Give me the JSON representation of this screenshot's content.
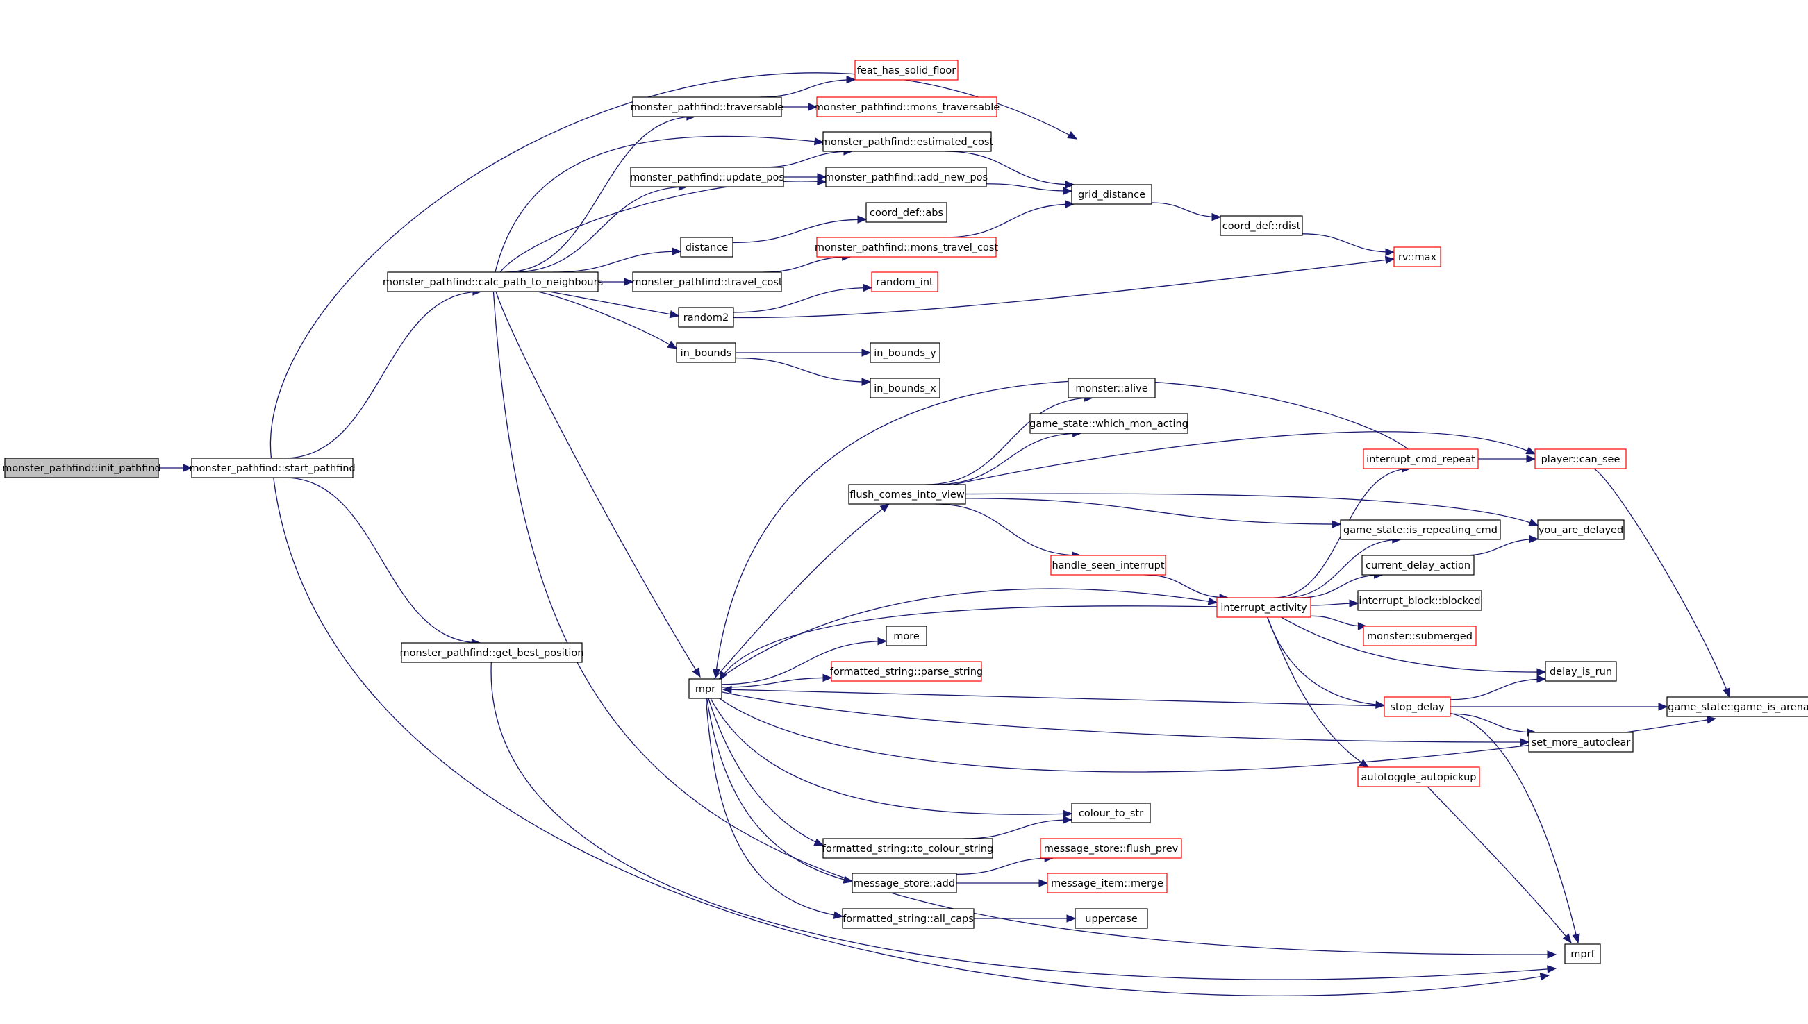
{
  "graph": {
    "nodes": {
      "init_pathfind": {
        "label": "monster_pathfind::init_pathfind",
        "kind": "root"
      },
      "start_pathfind": {
        "label": "monster_pathfind::start_pathfind",
        "kind": "normal"
      },
      "calc_path": {
        "label": "monster_pathfind::calc_path_to_neighbours",
        "kind": "normal"
      },
      "get_best_position": {
        "label": "monster_pathfind::get_best_position",
        "kind": "normal"
      },
      "traversable": {
        "label": "monster_pathfind::traversable",
        "kind": "normal"
      },
      "feat_has_solid_floor": {
        "label": "feat_has_solid_floor",
        "kind": "external"
      },
      "mons_traversable": {
        "label": "monster_pathfind::mons_traversable",
        "kind": "external"
      },
      "estimated_cost": {
        "label": "monster_pathfind::estimated_cost",
        "kind": "normal"
      },
      "update_pos": {
        "label": "monster_pathfind::update_pos",
        "kind": "normal"
      },
      "add_new_pos": {
        "label": "monster_pathfind::add_new_pos",
        "kind": "normal"
      },
      "coord_abs": {
        "label": "coord_def::abs",
        "kind": "normal"
      },
      "distance": {
        "label": "distance",
        "kind": "normal"
      },
      "mons_travel_cost": {
        "label": "monster_pathfind::mons_travel_cost",
        "kind": "external"
      },
      "travel_cost": {
        "label": "monster_pathfind::travel_cost",
        "kind": "normal"
      },
      "random_int": {
        "label": "random_int",
        "kind": "external"
      },
      "random2": {
        "label": "random2",
        "kind": "normal"
      },
      "grid_distance": {
        "label": "grid_distance",
        "kind": "normal"
      },
      "coord_rdist": {
        "label": "coord_def::rdist",
        "kind": "normal"
      },
      "rv_max": {
        "label": "rv::max",
        "kind": "external"
      },
      "in_bounds": {
        "label": "in_bounds",
        "kind": "normal"
      },
      "in_bounds_y": {
        "label": "in_bounds_y",
        "kind": "normal"
      },
      "in_bounds_x": {
        "label": "in_bounds_x",
        "kind": "normal"
      },
      "monster_alive": {
        "label": "monster::alive",
        "kind": "normal"
      },
      "which_mon_acting": {
        "label": "game_state::which_mon_acting",
        "kind": "normal"
      },
      "flush_comes_into_view": {
        "label": "flush_comes_into_view",
        "kind": "normal"
      },
      "interrupt_cmd_repeat": {
        "label": "interrupt_cmd_repeat",
        "kind": "external"
      },
      "player_can_see": {
        "label": "player::can_see",
        "kind": "external"
      },
      "is_repeating_cmd": {
        "label": "game_state::is_repeating_cmd",
        "kind": "normal"
      },
      "you_are_delayed": {
        "label": "you_are_delayed",
        "kind": "normal"
      },
      "handle_seen_interrupt": {
        "label": "handle_seen_interrupt",
        "kind": "external"
      },
      "current_delay_action": {
        "label": "current_delay_action",
        "kind": "normal"
      },
      "interrupt_activity": {
        "label": "interrupt_activity",
        "kind": "external"
      },
      "interrupt_block_blocked": {
        "label": "interrupt_block::blocked",
        "kind": "normal"
      },
      "monster_submerged": {
        "label": "monster::submerged",
        "kind": "external"
      },
      "more": {
        "label": "more",
        "kind": "normal"
      },
      "parse_string": {
        "label": "formatted_string::parse_string",
        "kind": "external"
      },
      "delay_is_run": {
        "label": "delay_is_run",
        "kind": "normal"
      },
      "mpr": {
        "label": "mpr",
        "kind": "normal"
      },
      "stop_delay": {
        "label": "stop_delay",
        "kind": "external"
      },
      "game_is_arena": {
        "label": "game_state::game_is_arena",
        "kind": "normal"
      },
      "set_more_autoclear": {
        "label": "set_more_autoclear",
        "kind": "normal"
      },
      "autotoggle_autopickup": {
        "label": "autotoggle_autopickup",
        "kind": "external"
      },
      "colour_to_str": {
        "label": "colour_to_str",
        "kind": "normal"
      },
      "to_colour_string": {
        "label": "formatted_string::to_colour_string",
        "kind": "normal"
      },
      "flush_prev": {
        "label": "message_store::flush_prev",
        "kind": "external"
      },
      "message_store_add": {
        "label": "message_store::add",
        "kind": "normal"
      },
      "message_item_merge": {
        "label": "message_item::merge",
        "kind": "external"
      },
      "all_caps": {
        "label": "formatted_string::all_caps",
        "kind": "normal"
      },
      "uppercase": {
        "label": "uppercase",
        "kind": "normal"
      },
      "mprf": {
        "label": "mprf",
        "kind": "normal"
      }
    },
    "edges": [
      [
        "init_pathfind",
        "start_pathfind"
      ],
      [
        "start_pathfind",
        "calc_path"
      ],
      [
        "start_pathfind",
        "get_best_position"
      ],
      [
        "start_pathfind",
        "grid_distance"
      ],
      [
        "start_pathfind",
        "mprf"
      ],
      [
        "calc_path",
        "traversable"
      ],
      [
        "calc_path",
        "estimated_cost"
      ],
      [
        "calc_path",
        "update_pos"
      ],
      [
        "calc_path",
        "add_new_pos"
      ],
      [
        "calc_path",
        "distance"
      ],
      [
        "calc_path",
        "travel_cost"
      ],
      [
        "calc_path",
        "random2"
      ],
      [
        "calc_path",
        "in_bounds"
      ],
      [
        "calc_path",
        "mpr"
      ],
      [
        "calc_path",
        "mprf"
      ],
      [
        "get_best_position",
        "mprf"
      ],
      [
        "traversable",
        "feat_has_solid_floor"
      ],
      [
        "traversable",
        "mons_traversable"
      ],
      [
        "estimated_cost",
        "grid_distance"
      ],
      [
        "update_pos",
        "estimated_cost"
      ],
      [
        "update_pos",
        "add_new_pos"
      ],
      [
        "add_new_pos",
        "grid_distance"
      ],
      [
        "distance",
        "coord_abs"
      ],
      [
        "travel_cost",
        "mons_travel_cost"
      ],
      [
        "mons_travel_cost",
        "grid_distance"
      ],
      [
        "random2",
        "random_int"
      ],
      [
        "random2",
        "rv_max"
      ],
      [
        "grid_distance",
        "coord_rdist"
      ],
      [
        "coord_rdist",
        "rv_max"
      ],
      [
        "in_bounds",
        "in_bounds_y"
      ],
      [
        "in_bounds",
        "in_bounds_x"
      ],
      [
        "flush_comes_into_view",
        "monster_alive"
      ],
      [
        "flush_comes_into_view",
        "which_mon_acting"
      ],
      [
        "flush_comes_into_view",
        "player_can_see"
      ],
      [
        "flush_comes_into_view",
        "is_repeating_cmd"
      ],
      [
        "flush_comes_into_view",
        "you_are_delayed"
      ],
      [
        "flush_comes_into_view",
        "handle_seen_interrupt"
      ],
      [
        "handle_seen_interrupt",
        "interrupt_activity"
      ],
      [
        "interrupt_activity",
        "interrupt_cmd_repeat"
      ],
      [
        "interrupt_activity",
        "is_repeating_cmd"
      ],
      [
        "interrupt_activity",
        "current_delay_action"
      ],
      [
        "interrupt_activity",
        "interrupt_block_blocked"
      ],
      [
        "interrupt_activity",
        "monster_submerged"
      ],
      [
        "interrupt_activity",
        "delay_is_run"
      ],
      [
        "interrupt_activity",
        "stop_delay"
      ],
      [
        "interrupt_activity",
        "autotoggle_autopickup"
      ],
      [
        "interrupt_activity",
        "mpr"
      ],
      [
        "interrupt_cmd_repeat",
        "player_can_see"
      ],
      [
        "interrupt_cmd_repeat",
        "mpr"
      ],
      [
        "current_delay_action",
        "you_are_delayed"
      ],
      [
        "player_can_see",
        "game_is_arena"
      ],
      [
        "stop_delay",
        "delay_is_run"
      ],
      [
        "stop_delay",
        "game_is_arena"
      ],
      [
        "stop_delay",
        "set_more_autoclear"
      ],
      [
        "stop_delay",
        "mpr"
      ],
      [
        "stop_delay",
        "mprf"
      ],
      [
        "autotoggle_autopickup",
        "mprf"
      ],
      [
        "mpr",
        "flush_comes_into_view"
      ],
      [
        "mpr",
        "interrupt_activity"
      ],
      [
        "mpr",
        "more"
      ],
      [
        "mpr",
        "parse_string"
      ],
      [
        "mpr",
        "set_more_autoclear"
      ],
      [
        "mpr",
        "game_is_arena"
      ],
      [
        "mpr",
        "colour_to_str"
      ],
      [
        "mpr",
        "to_colour_string"
      ],
      [
        "mpr",
        "message_store_add"
      ],
      [
        "mpr",
        "all_caps"
      ],
      [
        "to_colour_string",
        "colour_to_str"
      ],
      [
        "message_store_add",
        "flush_prev"
      ],
      [
        "message_store_add",
        "message_item_merge"
      ],
      [
        "all_caps",
        "uppercase"
      ]
    ]
  }
}
